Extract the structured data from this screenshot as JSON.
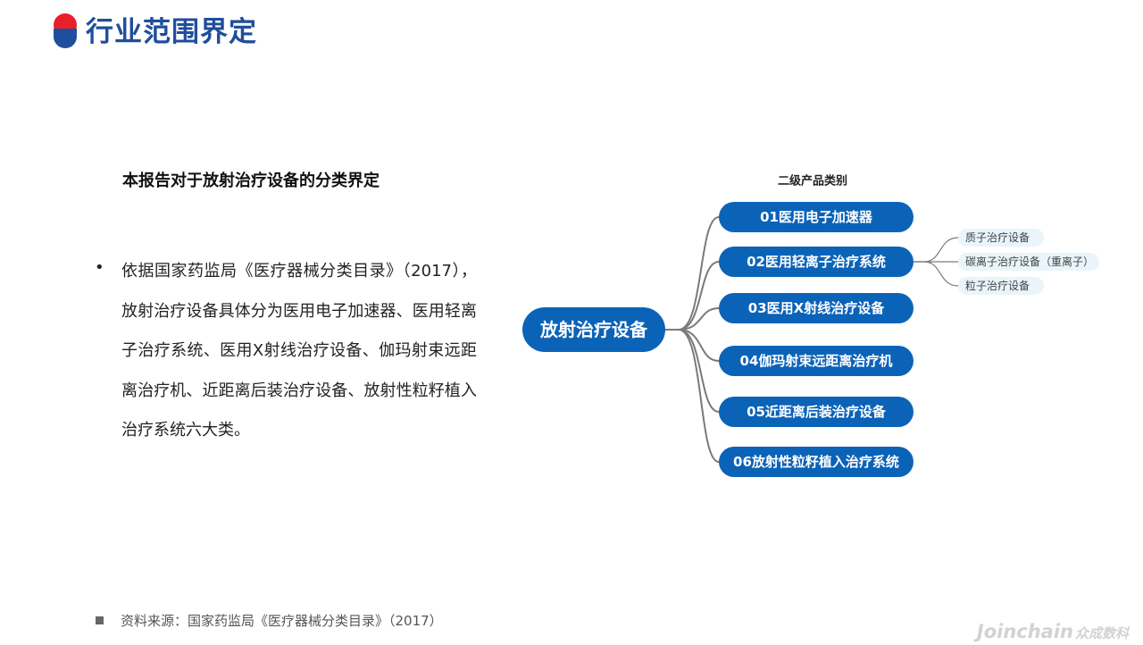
{
  "header": {
    "title": "行业范围界定"
  },
  "left_panel": {
    "heading": "本报告对于放射治疗设备的分类界定",
    "bullet": "依据国家药监局《医疗器械分类目录》（2017），放射治疗设备具体分为医用电子加速器、医用轻离子治疗系统、医用X射线治疗设备、伽玛射束远距离治疗机、近距离后装治疗设备、放射性粒籽植入治疗系统六大类。"
  },
  "mindmap": {
    "column_caption": "二级产品类别",
    "root": "放射治疗设备",
    "categories": [
      "01医用电子加速器",
      "02医用轻离子治疗系统",
      "03医用X射线治疗设备",
      "04伽玛射束远距离治疗机",
      "05近距离后装治疗设备",
      "06放射性粒籽植入治疗系统"
    ],
    "subcategories_of_02": [
      "质子治疗设备",
      "碳离子治疗设备（重离子）",
      "粒子治疗设备"
    ],
    "colors": {
      "node_fill": "#0b63b8",
      "leaf_fill": "#eaf4fb",
      "connector": "#7a7a7a"
    }
  },
  "footer": {
    "source": "资料来源：国家药监局《医疗器械分类目录》（2017）",
    "watermark_latin": "Joinchain",
    "watermark_cn": "众成数科"
  }
}
